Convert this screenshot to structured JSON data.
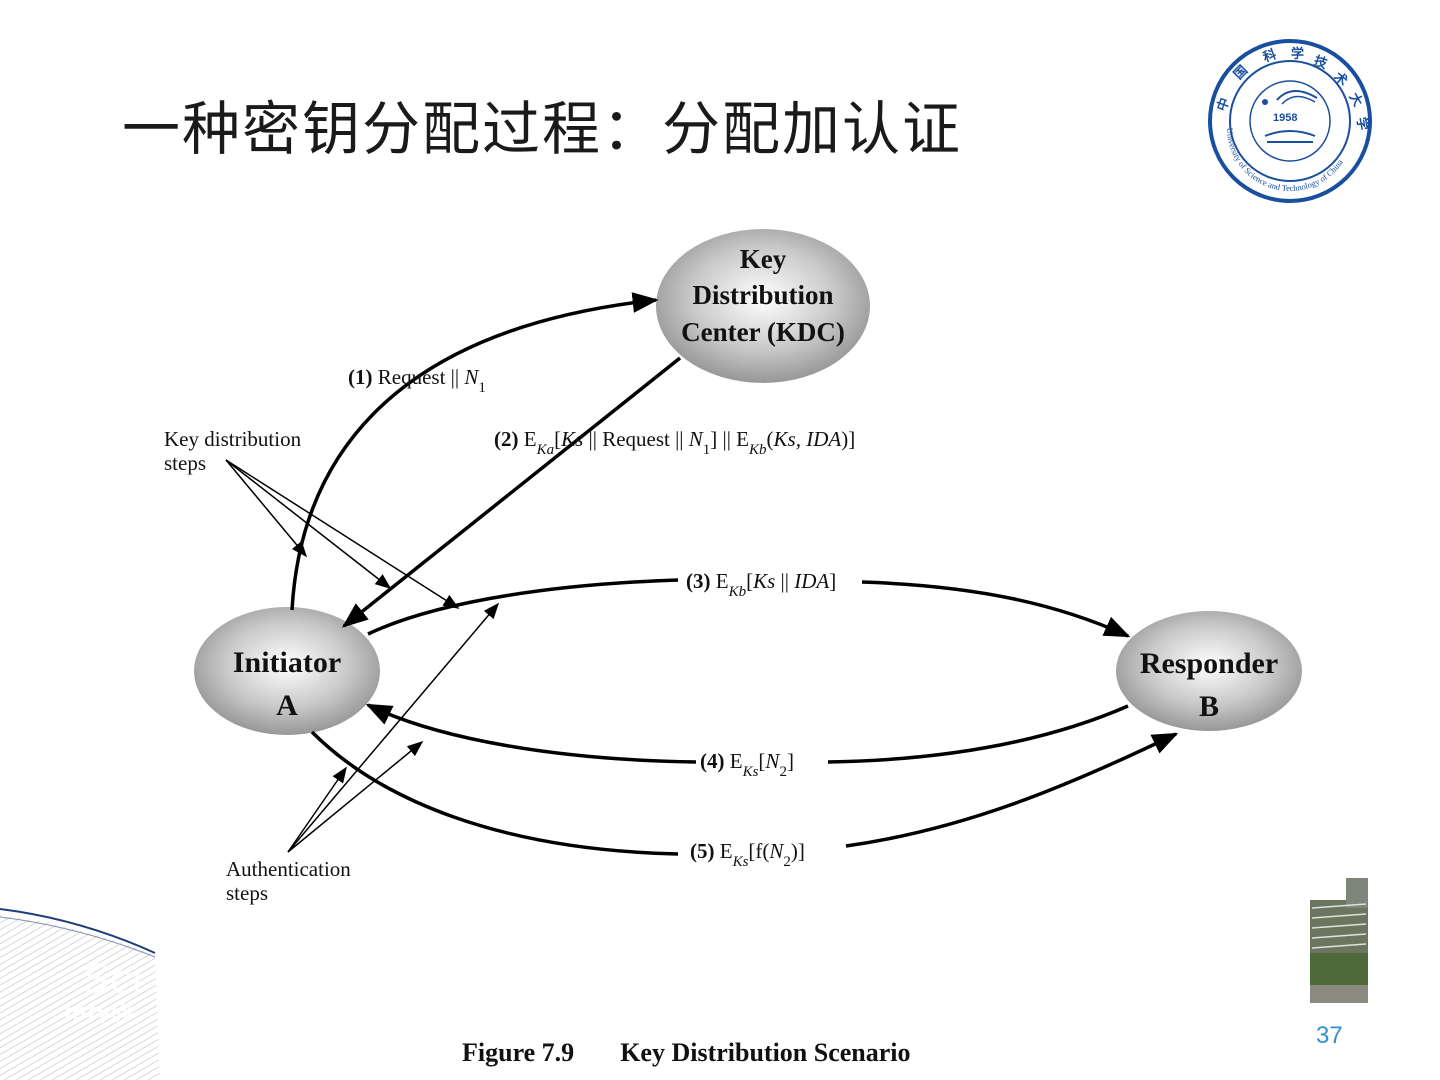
{
  "slide": {
    "title": "一种密钥分配过程：分配加认证",
    "page_number": "37",
    "logo_year": "1958",
    "logo_ring_text": "University of Science and Technology of China",
    "logo_cn_text": "中国科学技术大学",
    "watermark_line1": "Sci",
    "watermark_line2": "mfy@"
  },
  "diagram": {
    "nodes": {
      "kdc": {
        "line1": "Key",
        "line2": "Distribution",
        "line3": "Center (KDC)"
      },
      "initiator": {
        "line1": "Initiator",
        "line2": "A"
      },
      "responder": {
        "line1": "Responder",
        "line2": "B"
      }
    },
    "messages": {
      "m1": {
        "num": "(1)",
        "text": " Request || ",
        "sym": "N",
        "sub": "1"
      },
      "m2": {
        "num": "(2)",
        "p1": " E",
        "p1sub": "Ka",
        "p2": "[",
        "p2i": "Ks",
        "p3": " || Request || ",
        "p3i": "N",
        "p3sub": "1",
        "p4": "] || E",
        "p4sub": "Kb",
        "p5": "(",
        "p5i": "Ks, IDA",
        "p6": ")]"
      },
      "m3": {
        "num": "(3)",
        "p1": " E",
        "p1sub": "Kb",
        "p2": "[",
        "p2i": "Ks",
        "p3": " || ",
        "p3i": "IDA",
        "p4": "]"
      },
      "m4": {
        "num": "(4)",
        "p1": " E",
        "p1sub": "Ks",
        "p2": "[",
        "p2i": "N",
        "p2sub": "2",
        "p3": "]"
      },
      "m5": {
        "num": "(5)",
        "p1": " E",
        "p1sub": "Ks",
        "p2": "[f(",
        "p2i": "N",
        "p2sub": "2",
        "p3": ")]"
      }
    },
    "annotations": {
      "key_distribution": {
        "line1": "Key distribution",
        "line2": "steps"
      },
      "authentication": {
        "line1": "Authentication",
        "line2": "steps"
      }
    },
    "caption": {
      "figure": "Figure 7.9",
      "title": "Key Distribution Scenario"
    }
  }
}
